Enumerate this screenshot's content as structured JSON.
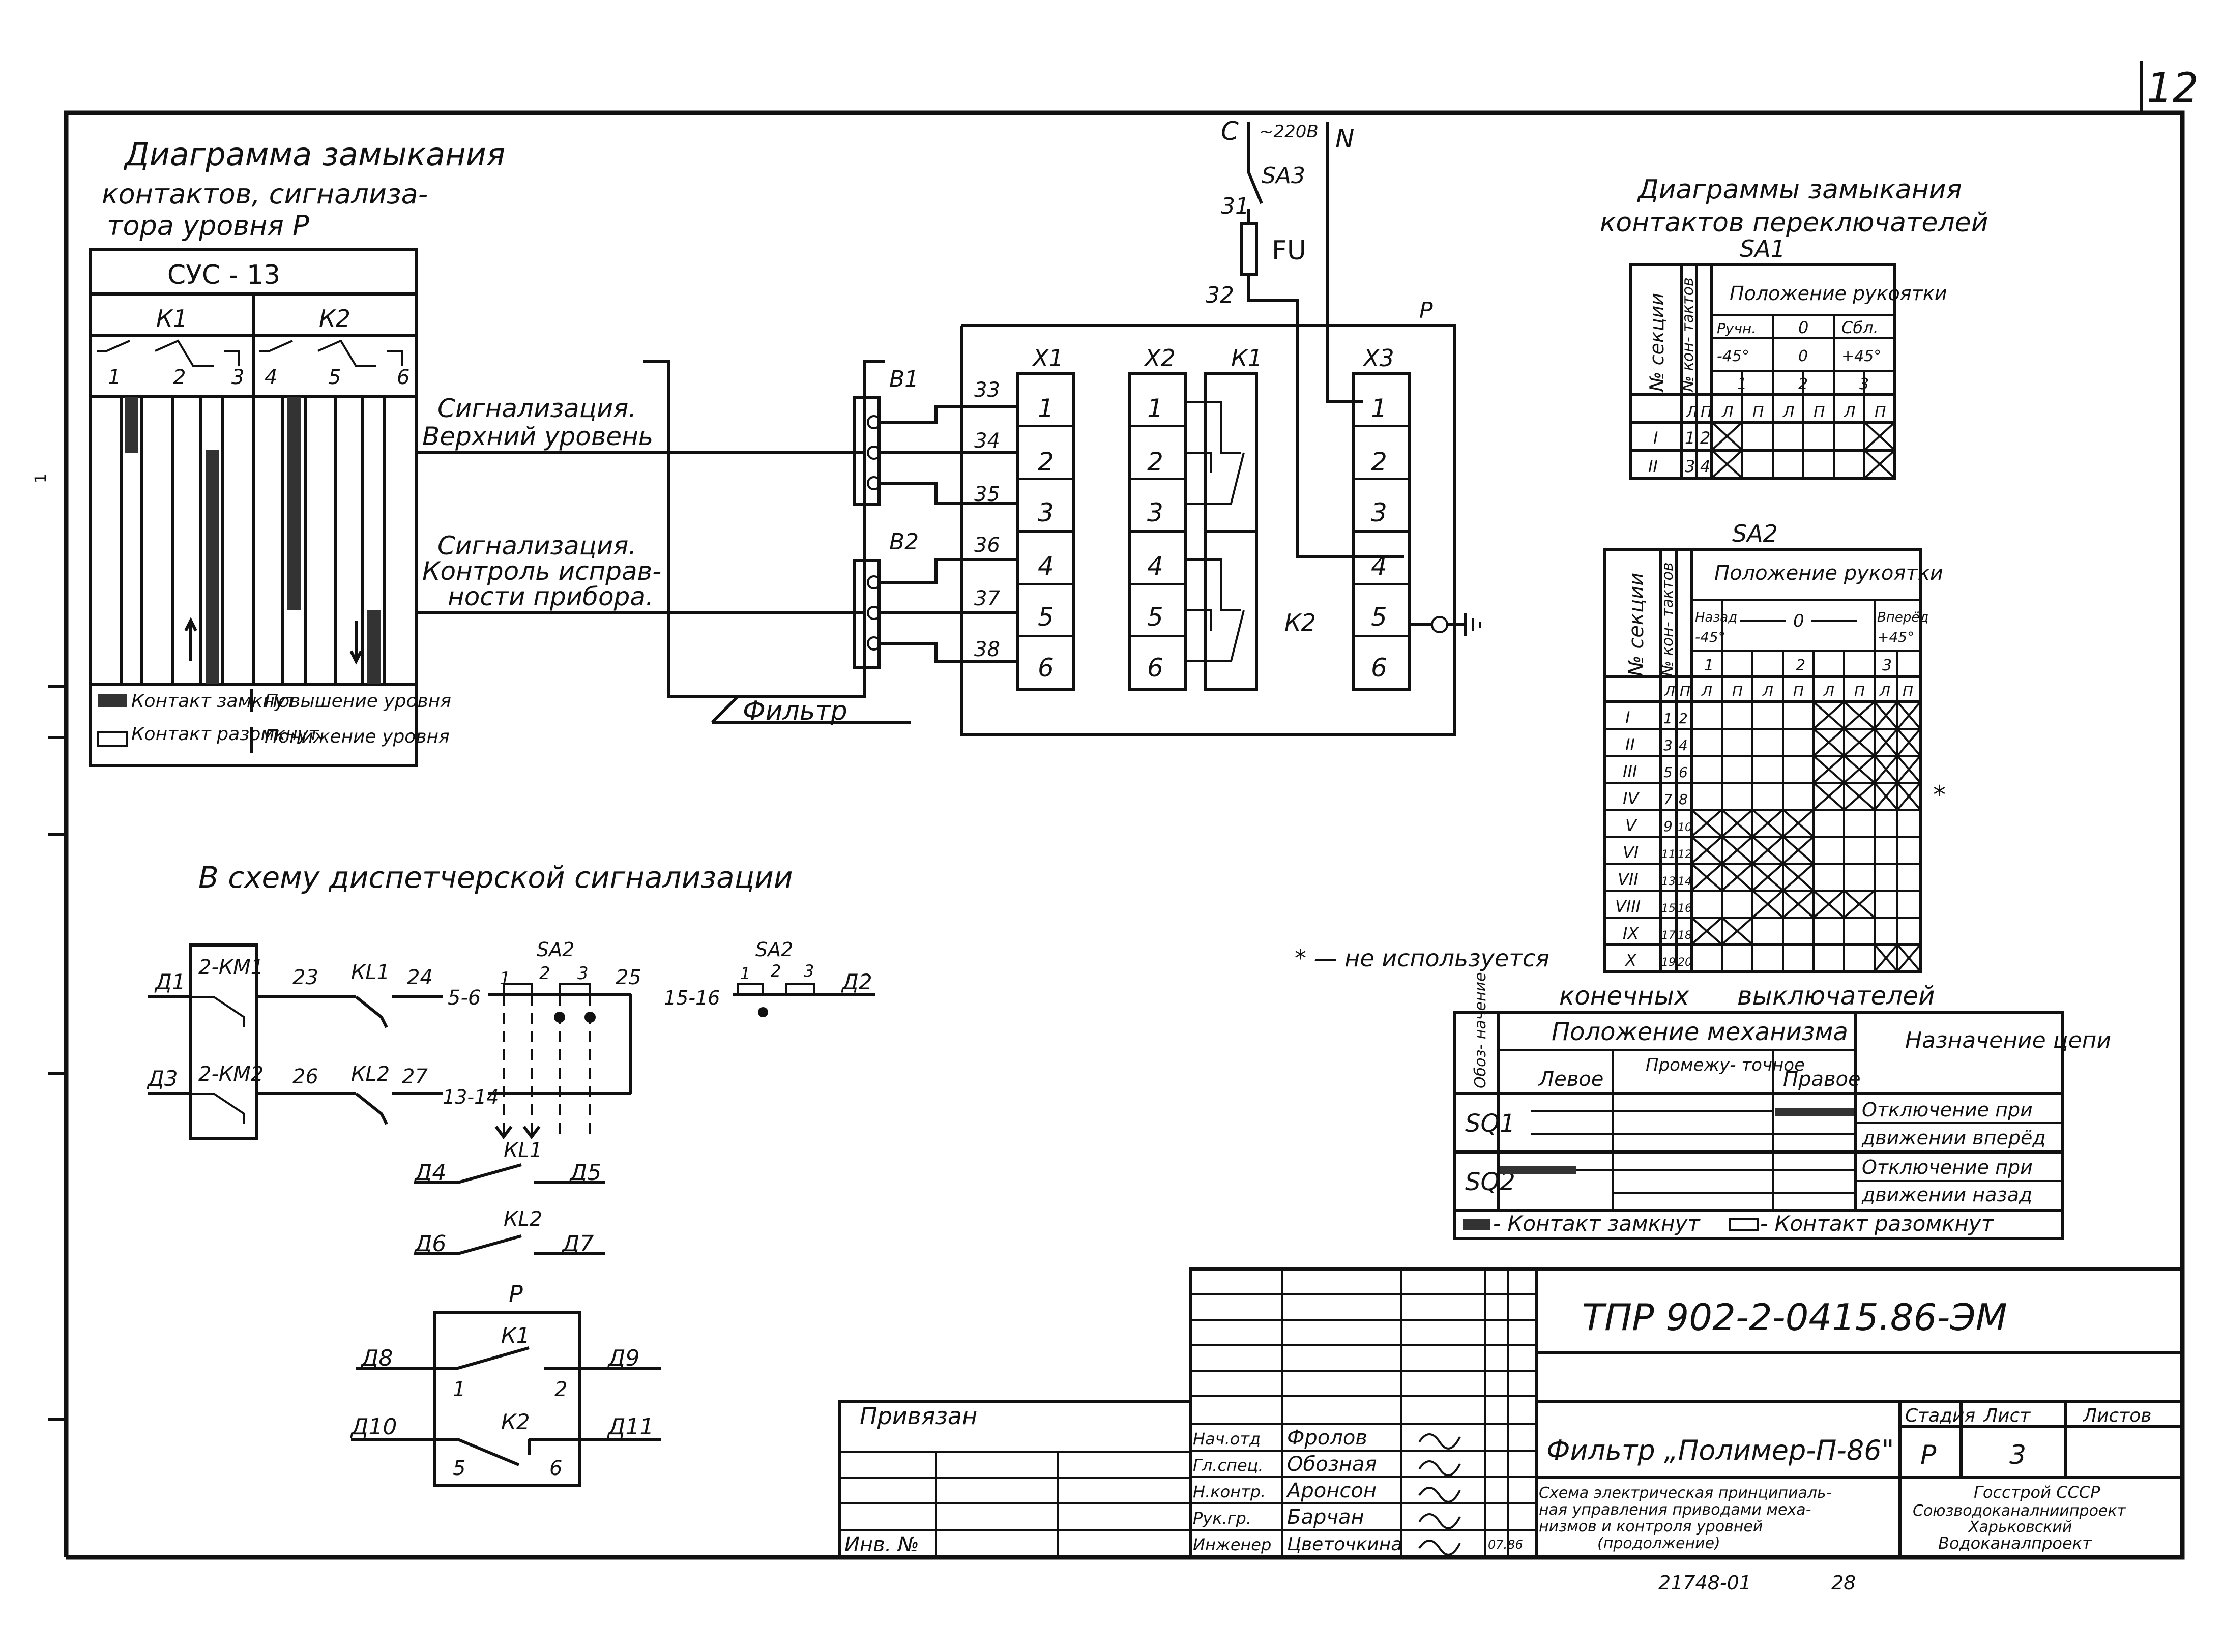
{
  "sheet": {
    "page_mark": "12",
    "side_mark": "1"
  },
  "level_diagram": {
    "title_1": "Диаграмма замыкания",
    "title_2": "контактов, сигнализа-",
    "title_3": "тора уровня Р",
    "device": "СУС - 13",
    "k1": "К1",
    "k2": "К2",
    "c1": "1",
    "c2": "2",
    "c3": "3",
    "c4": "4",
    "c5": "5",
    "c6": "6",
    "legend_closed": "Контакт замкнут",
    "legend_open": "Контакт разомкнут",
    "legend_up": "Повышение уровня",
    "legend_down": "Понижение уровня"
  },
  "main_circuit": {
    "supply_c": "С",
    "supply_v": "~220В",
    "supply_n": "N",
    "sa3": "SA3",
    "fu": "FU",
    "w31": "31",
    "w32": "32",
    "p": "Р",
    "b1": "В1",
    "b2": "В2",
    "x1": "Х1",
    "x2": "Х2",
    "x3": "Х3",
    "k1": "К1",
    "k2": "К2",
    "wires": [
      "33",
      "34",
      "35",
      "36",
      "37",
      "38"
    ],
    "terms": [
      "1",
      "2",
      "3",
      "4",
      "5",
      "6"
    ],
    "sig1_a": "Сигнализация.",
    "sig1_b": "Верхний уровень",
    "sig2_a": "Сигнализация.",
    "sig2_b": "Контроль исправ-",
    "sig2_c": "ности прибора.",
    "filter": "Фильтр"
  },
  "sa1": {
    "title_1": "Диаграммы замыкания",
    "title_2": "контактов переключателей",
    "name": "SA1",
    "h_section": "№ секции",
    "h_contacts": "№ кон- тактов",
    "h_pos": "Положение рукоятки",
    "p1": "Ручн.",
    "p2": "0",
    "p3": "Сбл.",
    "a1": "-45°",
    "a2": "0",
    "a3": "+45°",
    "n1": "1",
    "n2": "2",
    "n3": "3",
    "L": "Л",
    "P": "П",
    "rows": [
      {
        "sec": "I",
        "a": "1",
        "b": "2"
      },
      {
        "sec": "II",
        "a": "3",
        "b": "4"
      }
    ]
  },
  "sa2": {
    "name": "SA2",
    "h_section": "№ секции",
    "h_contacts": "№ кон- тактов",
    "h_pos": "Положение рукоятки",
    "p1": "Назад",
    "p2": "0",
    "p3": "Вперёд",
    "a1": "-45°",
    "a3": "+45°",
    "n1": "1",
    "n2": "2",
    "n3": "3",
    "L": "Л",
    "P": "П",
    "rows": [
      {
        "sec": "I",
        "a": "1",
        "b": "2"
      },
      {
        "sec": "II",
        "a": "3",
        "b": "4"
      },
      {
        "sec": "III",
        "a": "5",
        "b": "6"
      },
      {
        "sec": "IV",
        "a": "7",
        "b": "8"
      },
      {
        "sec": "V",
        "a": "9",
        "b": "10"
      },
      {
        "sec": "VI",
        "a": "11",
        "b": "12"
      },
      {
        "sec": "VII",
        "a": "13",
        "b": "14"
      },
      {
        "sec": "VIII",
        "a": "15",
        "b": "16"
      },
      {
        "sec": "IX",
        "a": "17",
        "b": "18"
      },
      {
        "sec": "X",
        "a": "19",
        "b": "20"
      }
    ],
    "star": "*",
    "note": "* — не используется"
  },
  "limit_switches": {
    "title_1": "конечных",
    "title_2": "выключателей",
    "h_name": "Обоз- начение",
    "h_pos": "Положение механизма",
    "h_left": "Левое",
    "h_mid": "Промежу- точное",
    "h_right": "Правое",
    "h_purpose": "Назначение цепи",
    "sq1": "SQ1",
    "sq1_purpose_a": "Отключение при",
    "sq1_purpose_b": "движении вперёд",
    "sq2": "SQ2",
    "sq2_purpose_a": "Отключение при",
    "sq2_purpose_b": "движении назад",
    "legend_closed": "- Контакт замкнут",
    "legend_open": "- Контакт разомкнут"
  },
  "dispatch": {
    "title": "В схему диспетчерской сигнализации",
    "d1": "Д1",
    "km1": "2-КМ1",
    "w23": "23",
    "kl1": "КL1",
    "w24": "24",
    "c56": "5-6",
    "sa2": "SA2",
    "n1": "1",
    "n2": "2",
    "n3": "3",
    "w25": "25",
    "c1516": "15-16",
    "sa2b": "SA2",
    "m1": "1",
    "m2": "2",
    "m3": "3",
    "d2": "Д2",
    "d3": "Д3",
    "km2": "2-КМ2",
    "w26": "26",
    "kl2": "КL2",
    "w27": "27",
    "c1314": "13-14",
    "d4": "Д4",
    "kl1b": "КL1",
    "d5": "Д5",
    "d6": "Д6",
    "kl2b": "КL2",
    "d7": "Д7",
    "p": "Р",
    "k1": "К1",
    "k2": "К2",
    "d8": "Д8",
    "d9": "Д9",
    "d10": "Д10",
    "d11": "Д11",
    "t1": "1",
    "t2": "2",
    "t5": "5",
    "t6": "6"
  },
  "title_block": {
    "code": "ТПР 902-2-0415.86-ЭМ",
    "bound": "Привязан",
    "inv": "Инв. №",
    "roles": [
      "Нач.отд",
      "Гл.спец.",
      "Н.контр.",
      "Рук.гр.",
      "Инженер"
    ],
    "names": [
      "Фролов",
      "Обозная",
      "Аронсон",
      "Барчан",
      "Цветочкина"
    ],
    "date": "07.86",
    "project": "Фильтр „Полимер-П-86\"",
    "desc_1": "Схема электрическая принципиаль-",
    "desc_2": "ная управления приводами меха-",
    "desc_3": "низмов и контроля уровней",
    "desc_4": "(продолжение)",
    "h_stage": "Стадия",
    "h_sheet": "Лист",
    "h_sheets": "Листов",
    "stage": "Р",
    "sheet": "3",
    "org_1": "Госстрой СССР",
    "org_2": "Союзводоканалниипроект",
    "org_3": "Харьковский",
    "org_4": "Водоканалпроект",
    "footer": "21748-01",
    "footer_2": "28"
  }
}
